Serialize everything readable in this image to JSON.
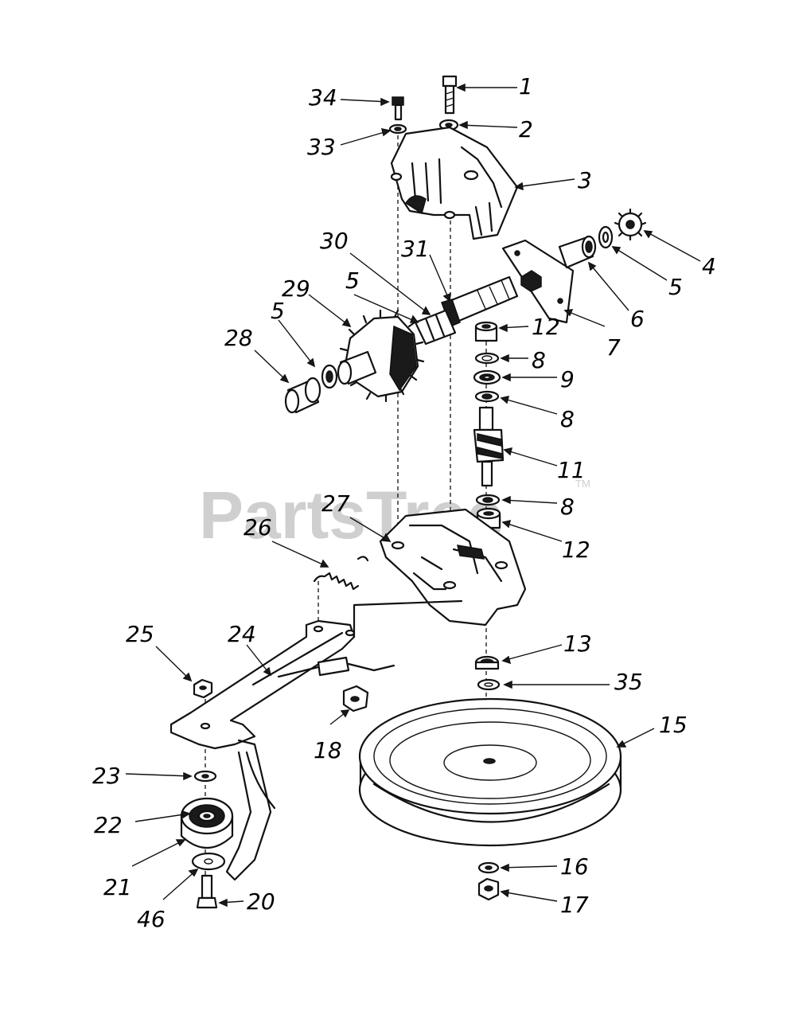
{
  "watermark": {
    "text": "PartsTree",
    "tm": "TM"
  },
  "callouts": [
    "1",
    "2",
    "3",
    "4",
    "5",
    "6",
    "7",
    "5",
    "31",
    "30",
    "5",
    "29",
    "5",
    "28",
    "12",
    "8",
    "9",
    "8",
    "11",
    "8",
    "12",
    "27",
    "26",
    "25",
    "24",
    "13",
    "35",
    "15",
    "18",
    "23",
    "22",
    "21",
    "46",
    "20",
    "16",
    "17",
    "33",
    "34"
  ]
}
